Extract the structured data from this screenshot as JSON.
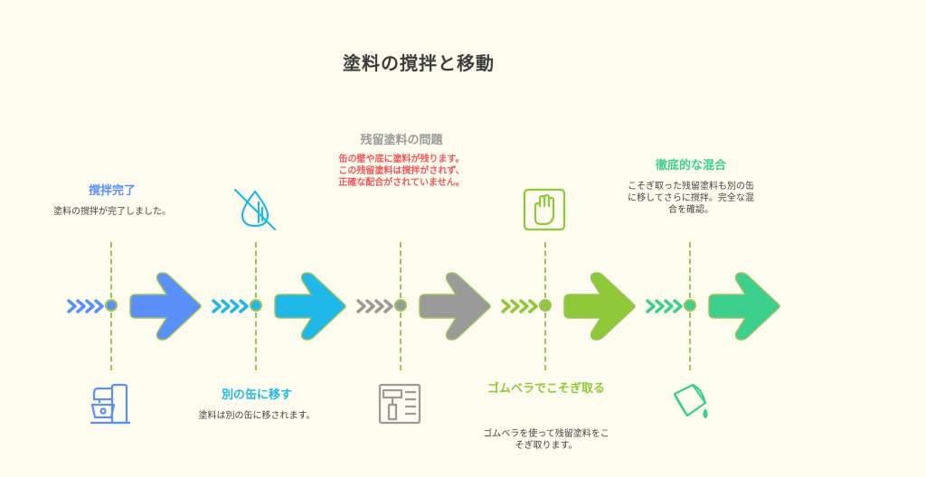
{
  "title": "塗料の撹拌と移動",
  "colors": {
    "background": "#fdfcef",
    "connector": "#9dc35c",
    "warning_text": "#f0585a"
  },
  "steps": [
    {
      "label": "撹拌完了",
      "desc": "塗料の撹拌が完了しました。",
      "icon": "stand-mixer-icon",
      "color": "#5b8ff9",
      "position": "top"
    },
    {
      "label": "別の缶に移す",
      "desc": "塗料は別の缶に移されます。",
      "icon": "no-drop-icon",
      "color": "#20b8e8",
      "position": "bottom"
    },
    {
      "label": "残留塗料の問題",
      "desc": "缶の壁や底に塗料が残ります。この残留塗料は撹拌がされず、正確な配合がされていません。",
      "icon": "scraper-panel-icon",
      "color": "#9a9a9a",
      "position": "top"
    },
    {
      "label": "ゴムベラでこそぎ取る",
      "desc": "ゴムベラを使って残留塗料をこそぎ取ります。",
      "icon": "hand-scraping-icon",
      "color": "#8fc93a",
      "position": "bottom"
    },
    {
      "label": "徹底的な混合",
      "desc": "こそぎ取った残留塗料も別の缶に移してさらに撹拌。完全な混合を確認。",
      "icon": "pouring-cup-icon",
      "color": "#3dcf8e",
      "position": "top"
    }
  ]
}
